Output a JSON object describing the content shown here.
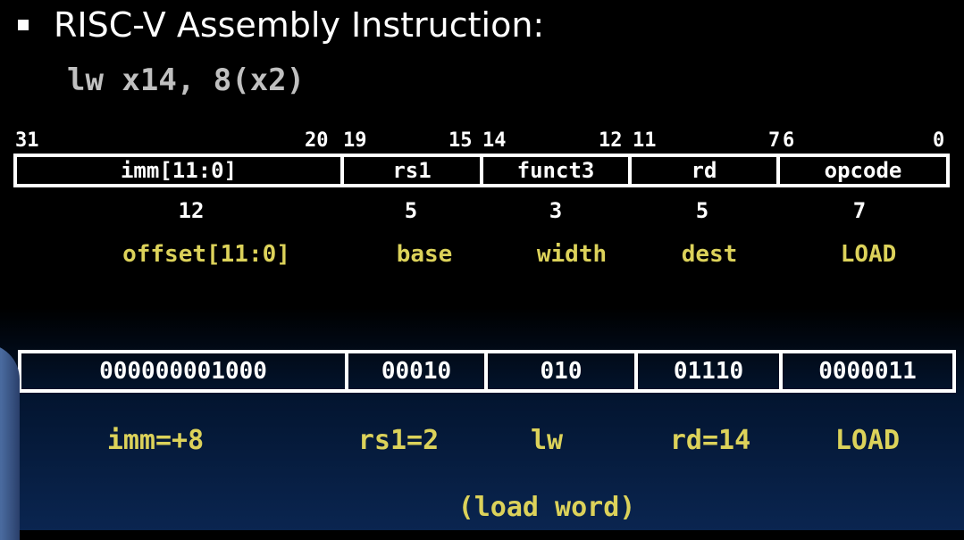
{
  "slide": {
    "title": "RISC-V Assembly Instruction:",
    "instruction": "lw x14, 8(x2)"
  },
  "bit_positions": [
    "31",
    "20",
    "19",
    "15",
    "14",
    "12",
    "11",
    "7",
    "6",
    "0"
  ],
  "fields": [
    {
      "name": "imm[11:0]",
      "width": "12",
      "role": "offset[11:0]",
      "binary": "000000001000",
      "meaning": "imm=+8"
    },
    {
      "name": "rs1",
      "width": "5",
      "role": "base",
      "binary": "00010",
      "meaning": "rs1=2"
    },
    {
      "name": "funct3",
      "width": "3",
      "role": "width",
      "binary": "010",
      "meaning": "lw"
    },
    {
      "name": "rd",
      "width": "5",
      "role": "dest",
      "binary": "01110",
      "meaning": "rd=14"
    },
    {
      "name": "opcode",
      "width": "7",
      "role": "LOAD",
      "binary": "0000011",
      "meaning": "LOAD"
    }
  ],
  "note": "(load word)",
  "colors": {
    "background": "#000000",
    "text": "#ffffff",
    "instruction_text": "#c0c0c0",
    "highlight": "#dcd25a"
  }
}
